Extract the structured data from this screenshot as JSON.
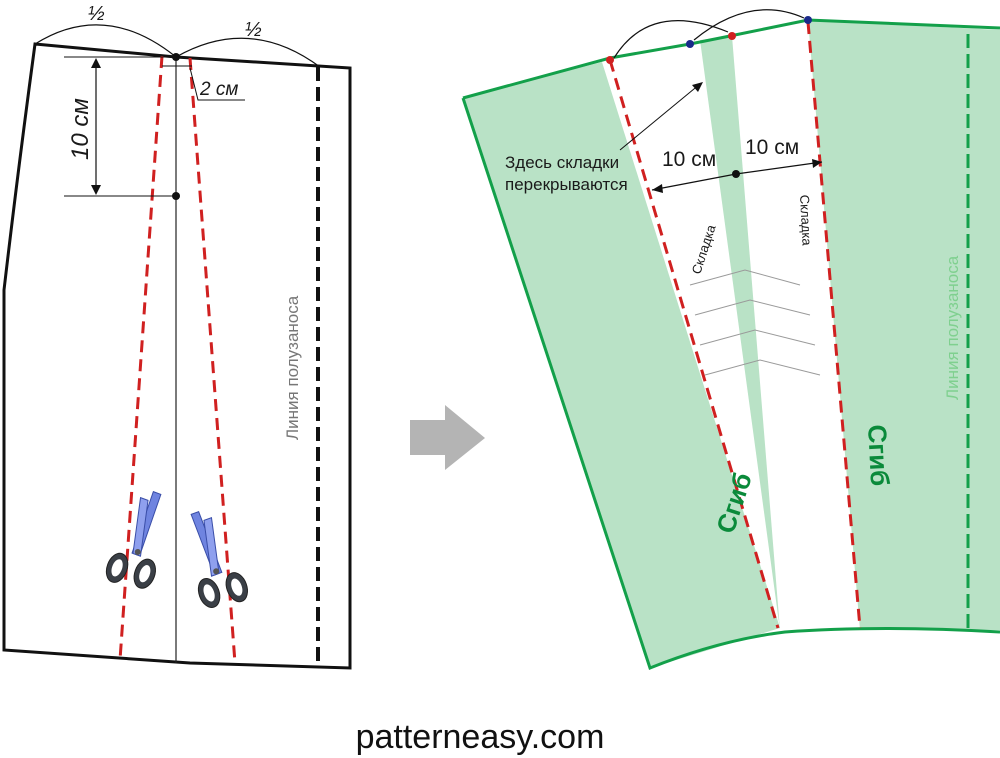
{
  "left_pattern": {
    "half_left": "½",
    "half_right": "½",
    "dim_vertical": "10 см",
    "dim_small": "2 см",
    "line_label": "Линия полузаноса"
  },
  "right_pattern": {
    "overlap_note_line1": "Здесь складки",
    "overlap_note_line2": "перекрываются",
    "dim_left": "10 см",
    "dim_right": "10 см",
    "pleat_left": "Складка",
    "pleat_right": "Складка",
    "fold_left": "Сгиб",
    "fold_right": "Сгиб",
    "line_label": "Линия полузаноса"
  },
  "website": "patterneasy.com",
  "colors": {
    "pattern_fill": "#b9e2c6",
    "pattern_border": "#13a04a",
    "cut_line": "#d02020",
    "outline": "#111111"
  },
  "icons": [
    "scissors-icon",
    "scissors-icon",
    "arrow-right-icon"
  ]
}
